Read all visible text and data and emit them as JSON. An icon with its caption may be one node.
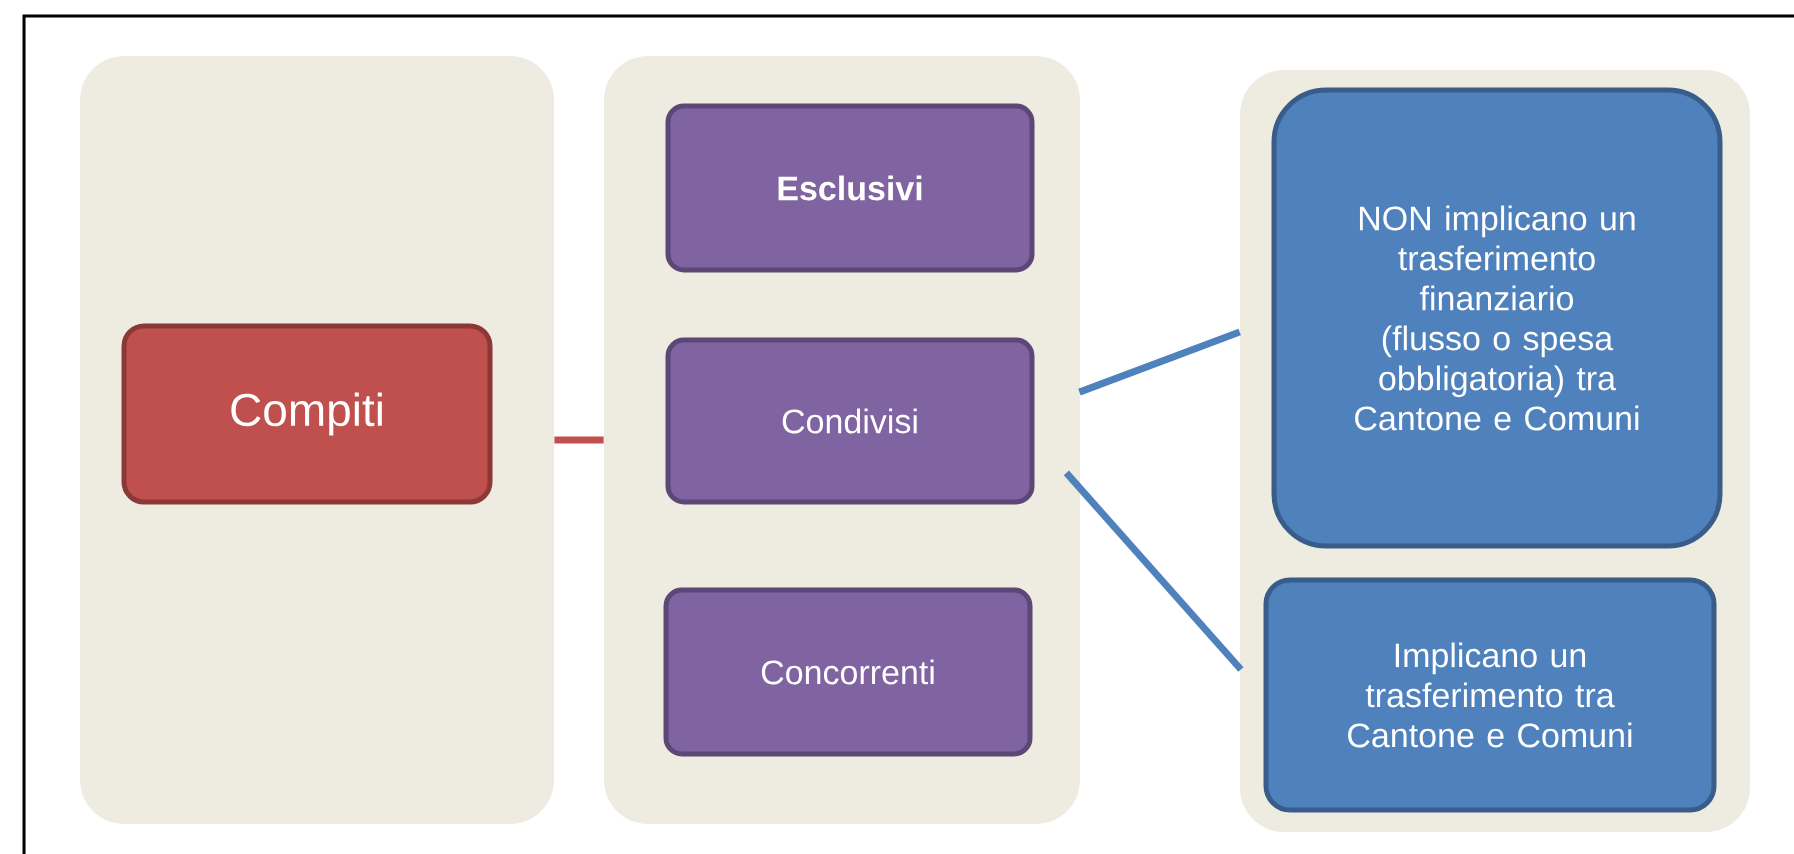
{
  "diagram": {
    "nodes": [
      {
        "text": [],
        "shape": "box"
      },
      {
        "text": [
          "Compiti"
        ],
        "in": 0
      },
      {
        "text": [],
        "shape": "box"
      },
      {
        "text": [
          "Esclusivi"
        ],
        "in": 2
      },
      {
        "text": [
          "Condivisi"
        ],
        "in": 2
      },
      {
        "text": [
          "Concorrenti"
        ],
        "in": 2
      },
      {
        "text": [],
        "shape": "box"
      },
      {
        "text": [
          "NON implicano un trasferimento finanziario (flusso o spesa obbligatoria) tra Cantone e Comuni"
        ],
        "in": 6
      },
      {
        "text": [
          "Implicano un trasferimento tra Cantone e Comuni"
        ],
        "in": 6
      }
    ],
    "edges": [
      {
        "from": 0,
        "to": 2,
        "arrow": "none",
        "color": "#c0504d"
      },
      {
        "from": 4,
        "to": 7,
        "arrow": "none"
      },
      {
        "from": 4,
        "to": 8,
        "arrow": "none"
      }
    ]
  }
}
